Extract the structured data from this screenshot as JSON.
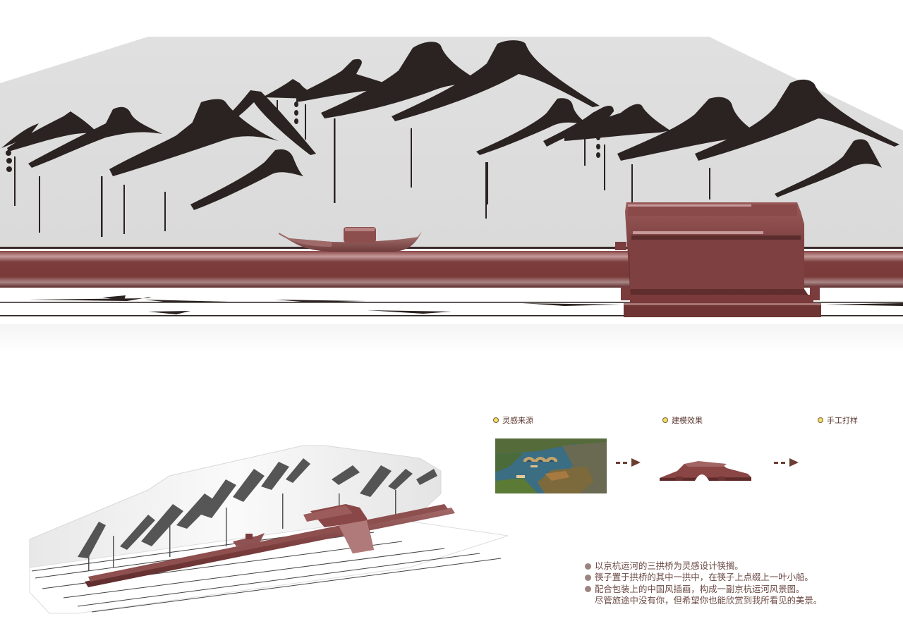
{
  "hero": {
    "title": "chopstick-rest-render",
    "colors": {
      "backdrop": "#dedede",
      "ink": "#2b2321",
      "wood": "#7a3c3c",
      "wood_light": "#a86b6b",
      "wood_dark": "#4e2424"
    }
  },
  "package": {
    "title": "packaging-render"
  },
  "process": {
    "steps": [
      {
        "label": "灵感来源",
        "image": "grand-canal-bridge-photo"
      },
      {
        "label": "建模效果",
        "image": "arch-bridge-model-render"
      },
      {
        "label": "手工打样",
        "image": ""
      }
    ],
    "colors": {
      "dot_fill": "#f0e060",
      "dot_ring": "#7a5a3c",
      "arrow": "#6b3d33",
      "label": "#5c3a33"
    }
  },
  "description": {
    "lines": [
      {
        "bullet": true,
        "text": "以京杭运河的三拱桥为灵感设计筷搁。"
      },
      {
        "bullet": true,
        "text": "筷子置于拱桥的其中一拱中，在筷子上点缀上一叶小船。"
      },
      {
        "bullet": true,
        "text": "配合包装上的中国风插画，构成一副京杭运河风景图。"
      },
      {
        "bullet": false,
        "text": "尽管旅途中没有你，但希望你也能欣赏到我所看见的美景。"
      }
    ],
    "color": "#6b4a44",
    "bullet_color": "#9b8480"
  }
}
